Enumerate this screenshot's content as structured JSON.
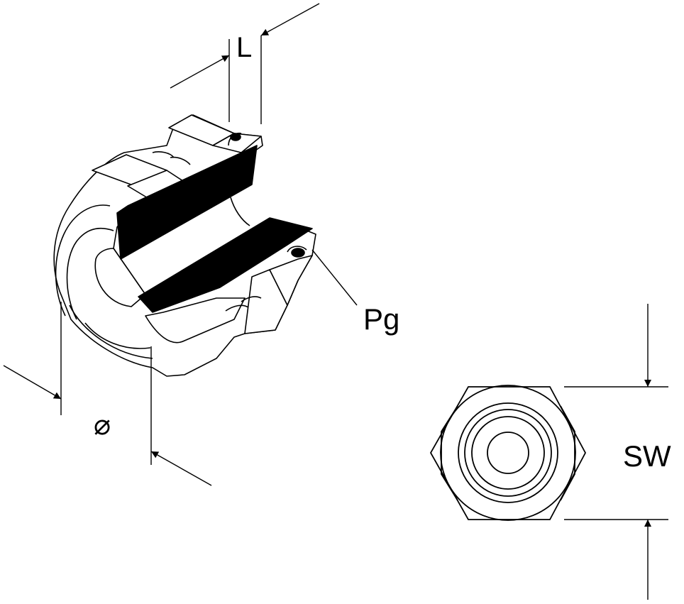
{
  "labels": {
    "length": "L",
    "thread": "Pg",
    "diameter": "⌀",
    "wrench_size": "SW"
  },
  "colors": {
    "line": "#000000",
    "fill": "#ffffff"
  }
}
